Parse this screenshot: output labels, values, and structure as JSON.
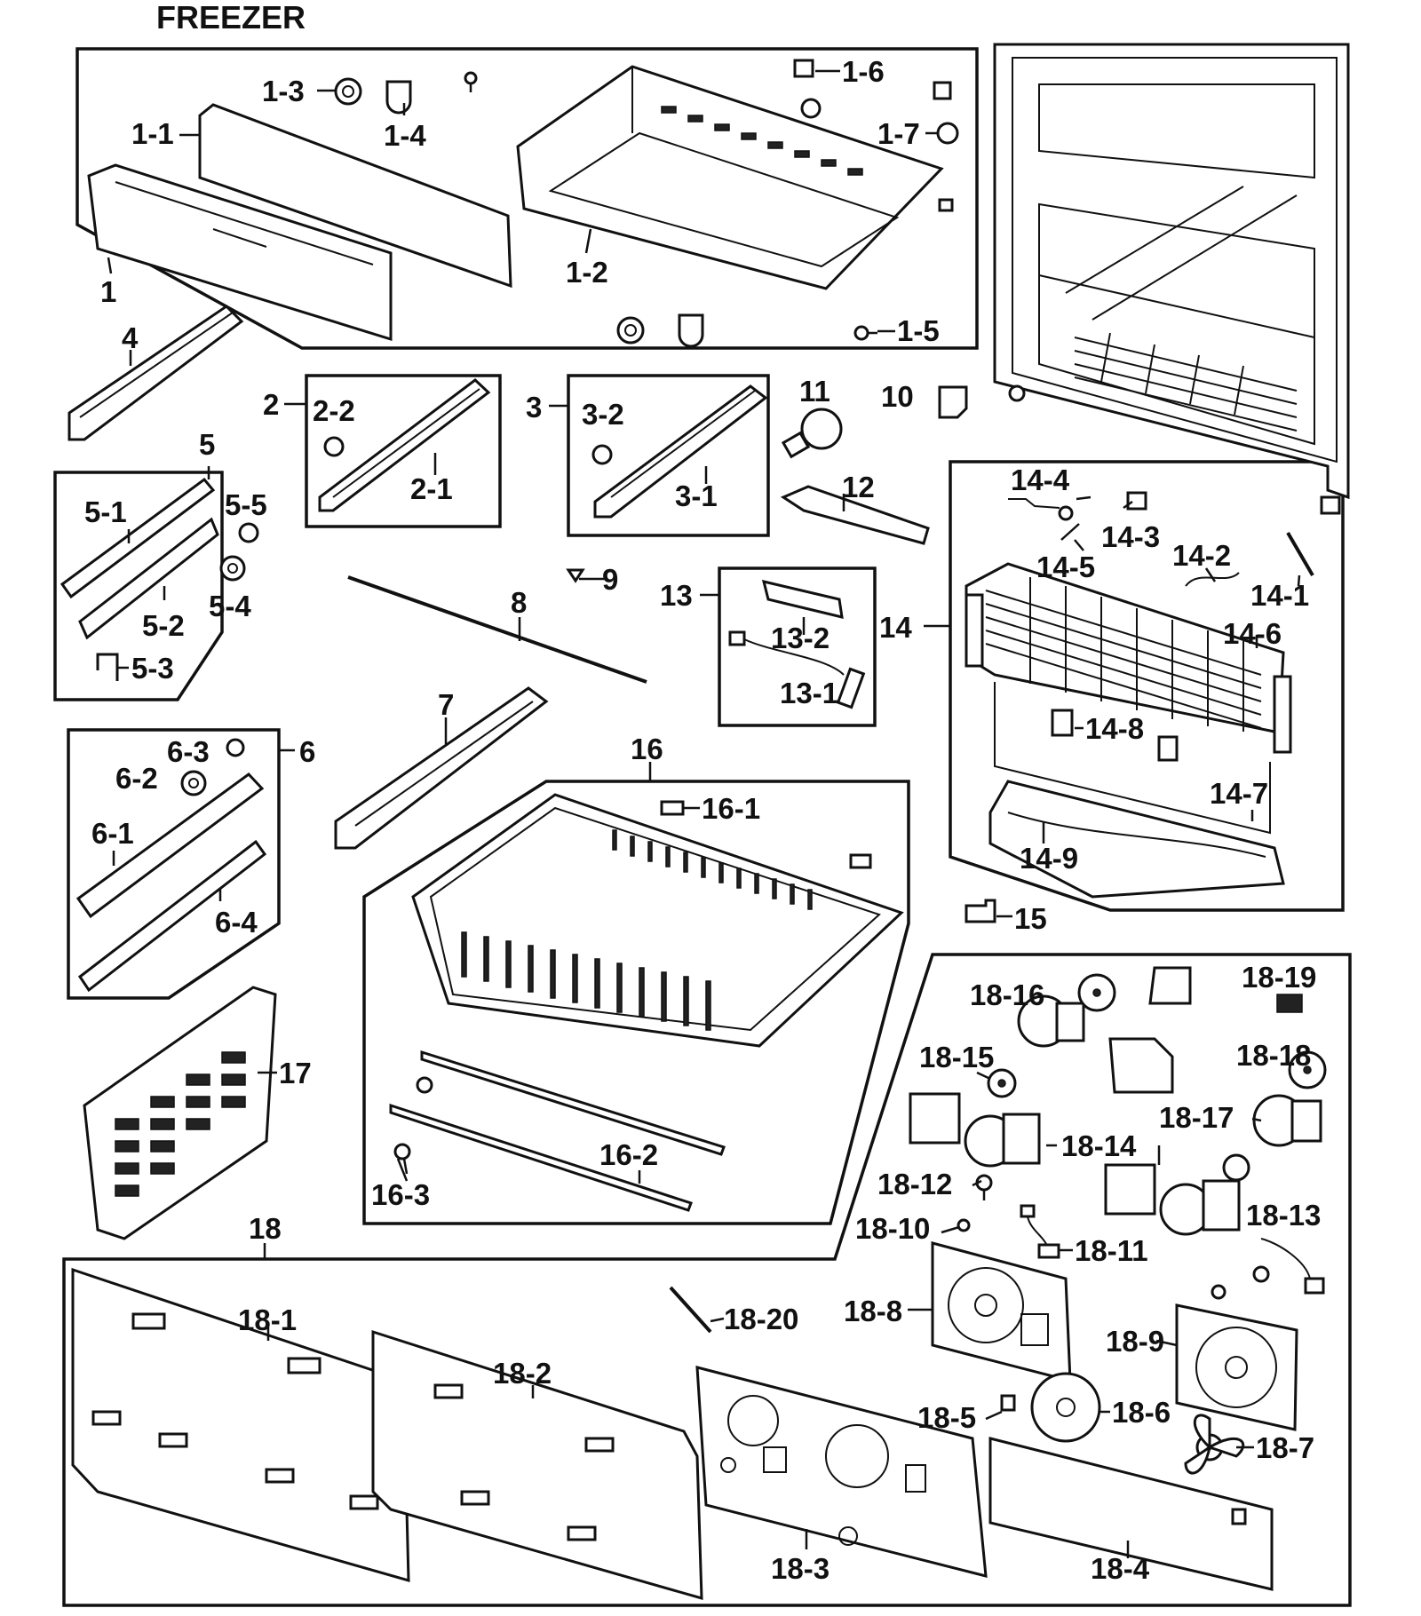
{
  "title": "FREEZER",
  "callouts": {
    "c1": "1",
    "c1_1": "1-1",
    "c1_2": "1-2",
    "c1_3": "1-3",
    "c1_4": "1-4",
    "c1_5": "1-5",
    "c1_6": "1-6",
    "c1_7": "1-7",
    "c2": "2",
    "c2_1": "2-1",
    "c2_2": "2-2",
    "c3": "3",
    "c3_1": "3-1",
    "c3_2": "3-2",
    "c4": "4",
    "c5": "5",
    "c5_1": "5-1",
    "c5_2": "5-2",
    "c5_3": "5-3",
    "c5_4": "5-4",
    "c5_5": "5-5",
    "c6": "6",
    "c6_1": "6-1",
    "c6_2": "6-2",
    "c6_3": "6-3",
    "c6_4": "6-4",
    "c7": "7",
    "c8": "8",
    "c9": "9",
    "c10": "10",
    "c11": "11",
    "c12": "12",
    "c13": "13",
    "c13_1": "13-1",
    "c13_2": "13-2",
    "c14": "14",
    "c14_1": "14-1",
    "c14_2": "14-2",
    "c14_3": "14-3",
    "c14_4": "14-4",
    "c14_5": "14-5",
    "c14_6": "14-6",
    "c14_7": "14-7",
    "c14_8": "14-8",
    "c14_9": "14-9",
    "c15": "15",
    "c16": "16",
    "c16_1": "16-1",
    "c16_2": "16-2",
    "c16_3": "16-3",
    "c17": "17",
    "c18": "18",
    "c18_1": "18-1",
    "c18_2": "18-2",
    "c18_3": "18-3",
    "c18_4": "18-4",
    "c18_5": "18-5",
    "c18_6": "18-6",
    "c18_7": "18-7",
    "c18_8": "18-8",
    "c18_9": "18-9",
    "c18_10": "18-10",
    "c18_11": "18-11",
    "c18_12": "18-12",
    "c18_13": "18-13",
    "c18_14": "18-14",
    "c18_15": "18-15",
    "c18_16": "18-16",
    "c18_17": "18-17",
    "c18_18": "18-18",
    "c18_19": "18-19",
    "c18_20": "18-20"
  }
}
